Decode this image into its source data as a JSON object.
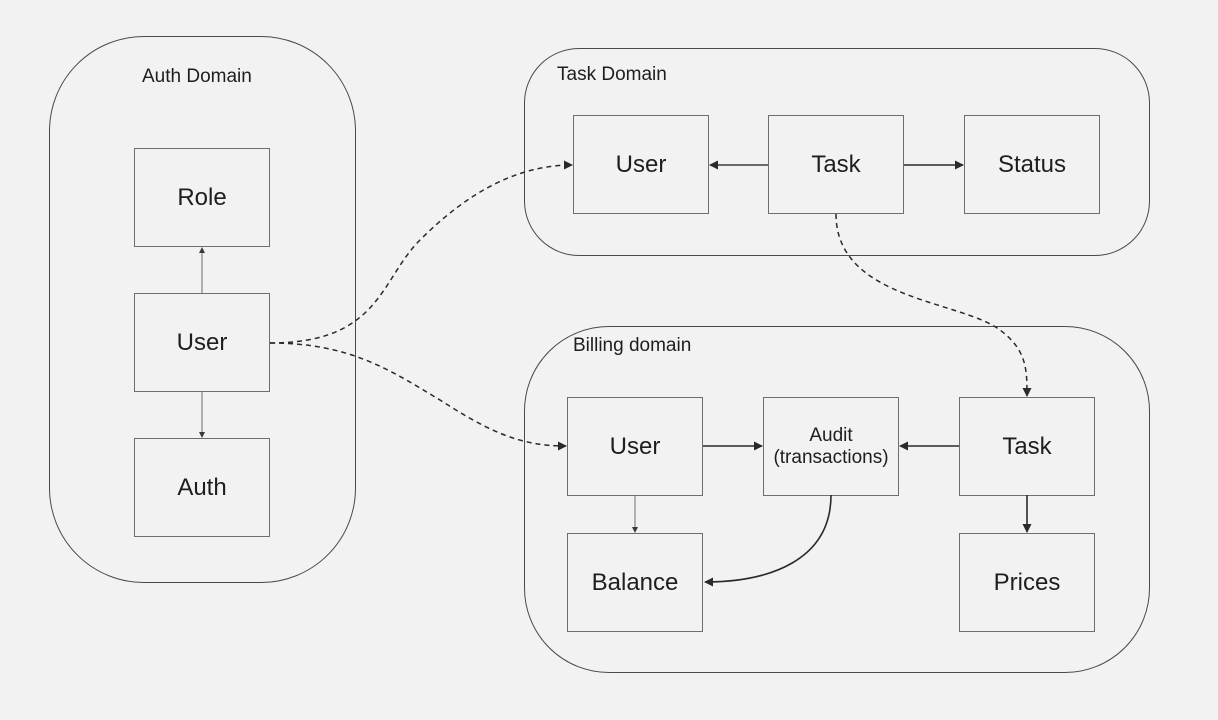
{
  "domains": {
    "auth": {
      "title": "Auth Domain",
      "nodes": {
        "role": "Role",
        "user": "User",
        "auth": "Auth"
      }
    },
    "task": {
      "title": "Task Domain",
      "nodes": {
        "user": "User",
        "task": "Task",
        "status": "Status"
      }
    },
    "billing": {
      "title": "Billing domain",
      "nodes": {
        "user": "User",
        "audit_line1": "Audit",
        "audit_line2": "(transactions)",
        "task": "Task",
        "balance": "Balance",
        "prices": "Prices"
      }
    }
  },
  "colors": {
    "background": "#f2f2f2",
    "stroke": "#3a3a3a",
    "node_border": "#6e6e6e"
  }
}
